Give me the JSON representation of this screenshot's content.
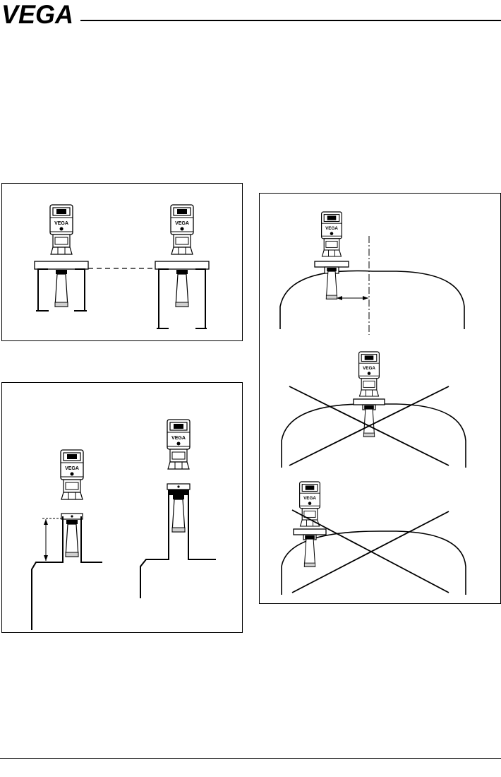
{
  "header": {
    "logo_text": "VEGA"
  },
  "figures": [
    {
      "id": "fig-a",
      "device_count": 2
    },
    {
      "id": "fig-b",
      "device_count": 2
    },
    {
      "id": "fig-c",
      "device_count": 3
    }
  ],
  "icons": {
    "device": "radar-level-sensor-icon",
    "wrong_marker": "cross-out-icon"
  },
  "colors": {
    "line": "#000000",
    "background": "#ffffff",
    "shade": "#cfcfcf"
  }
}
